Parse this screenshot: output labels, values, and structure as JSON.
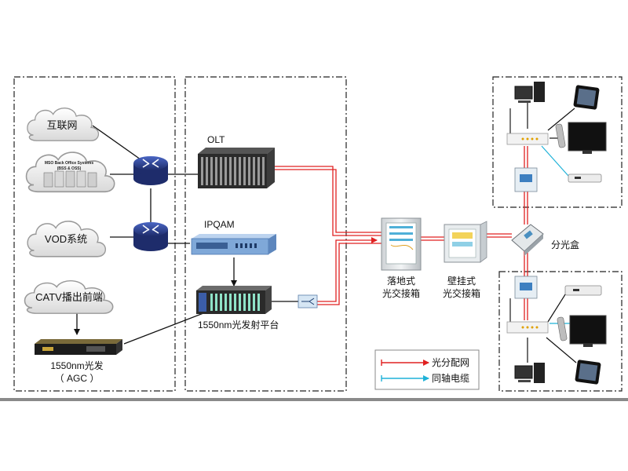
{
  "nodes": {
    "internet": "互联网",
    "mso_line1": "MSO Back Office Systems",
    "mso_line2": "(BSS & OSS)",
    "vod": "VOD系统",
    "catv": "CATV播出前端",
    "olt": "OLT",
    "ipqam": "IPQAM",
    "optical_platform": "1550nm光发射平台",
    "transmitter_line1": "1550nm光发",
    "transmitter_line2": "（ AGC ）",
    "floor_cabinet_line1": "落地式",
    "floor_cabinet_line2": "光交接箱",
    "wall_cabinet_line1": "壁挂式",
    "wall_cabinet_line2": "光交接箱",
    "splitter_box": "分光盒"
  },
  "legend": {
    "fiber": "光分配网",
    "coax": "同轴电缆"
  },
  "colors": {
    "fiber": "#e02020",
    "coax": "#1fb2d8",
    "router": "#2b3f8f",
    "dashed_border": "#222222"
  },
  "icons": {
    "router": "router-icon",
    "cloud": "cloud-icon",
    "server": "server-rack-icon",
    "pc": "desktop-pc-icon",
    "tablet": "tablet-icon",
    "tv": "tv-icon",
    "stb": "set-top-box-icon",
    "remote": "remote-control-icon",
    "onu": "onu-icon",
    "splitter": "splitter-icon"
  }
}
